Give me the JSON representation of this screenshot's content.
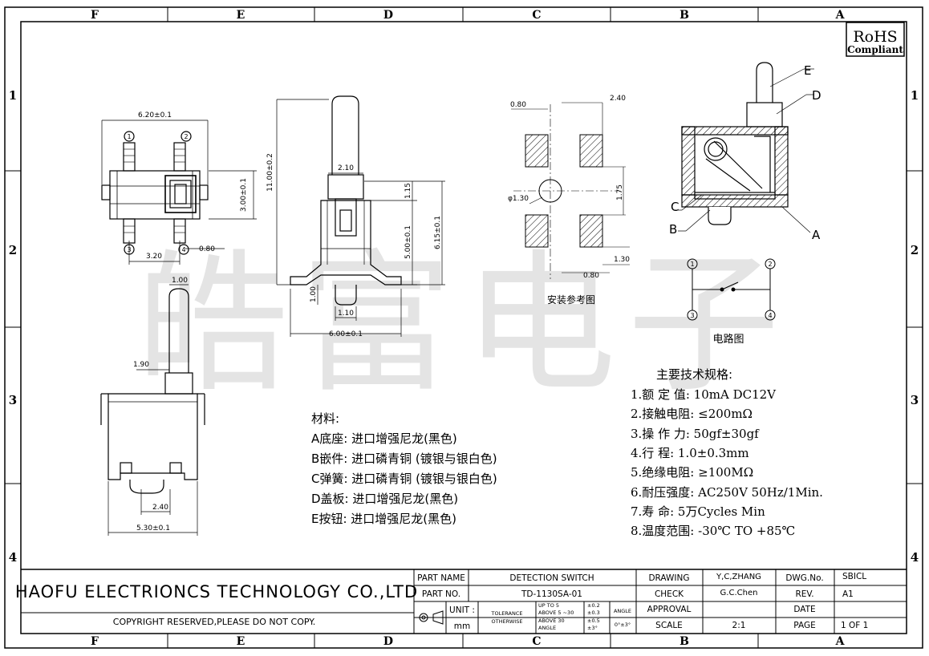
{
  "border_letters": [
    "F",
    "E",
    "D",
    "C",
    "B",
    "A"
  ],
  "border_numbers": [
    "1",
    "2",
    "3",
    "4"
  ],
  "rohs": {
    "line1": "RoHS",
    "line2": "Compliant"
  },
  "watermark": "皓富电子",
  "dims": {
    "top_width": "6.20±0.1",
    "top_height": "3.00±0.1",
    "pin_pitch": "3.20",
    "pin_off": "0.80",
    "pin1": "1",
    "pin2": "2",
    "pin3": "3",
    "pin4": "4",
    "side_height": "11.00±0.2",
    "side_stem": "2.10",
    "side_a": "1.15",
    "side_b": "5.00±0.1",
    "side_c": "6.15±0.1",
    "side_d": "1.00",
    "side_e": "1.10",
    "side_width": "6.00±0.1",
    "front_stem": "1.00",
    "front_off": "1.90",
    "front_pitch": "2.40",
    "front_width": "5.30±0.1",
    "pad_w": "0.80",
    "pad_pitch": "2.40",
    "pad_hole": "φ1.30",
    "pad_v": "1.75",
    "pad_h": "1.30",
    "pad_bottom": "0.80"
  },
  "labels": {
    "install_ref": "安装参考图",
    "circuit": "电路图",
    "part_E": "E",
    "part_D": "D",
    "part_C": "C",
    "part_B": "B",
    "part_A": "A"
  },
  "materials": {
    "title": "材料:",
    "items": [
      "A底座: 进口增强尼龙(黑色)",
      "B嵌件: 进口磷青铜 (镀银与银白色)",
      "C弹簧: 进口磷青铜 (镀银与银白色)",
      "D盖板: 进口增强尼龙(黑色)",
      "E按钮: 进口增强尼龙(黑色)"
    ]
  },
  "specs": {
    "title": "主要技术规格:",
    "items": [
      "1.额 定 值: 10mA DC12V",
      "2.接触电阻: ≤200mΩ",
      "3.操 作 力: 50gf±30gf",
      "4.行    程: 1.0±0.3mm",
      "5.绝缘电阻: ≥100MΩ",
      "6.耐压强度: AC250V 50Hz/1Min.",
      "7.寿    命: 5万Cycles Min",
      "8.温度范围: -30℃ TO +85℃"
    ]
  },
  "title_block": {
    "company": "HAOFU ELECTRIONCS TECHNOLOGY CO.,LTD",
    "copyright": "COPYRIGHT RESERVED,PLEASE DO NOT COPY.",
    "part_name_label": "PART NAME",
    "part_name": "DETECTION SWITCH",
    "part_no_label": "PART NO.",
    "part_no": "TD-1130SA-01",
    "unit_label": "UNIT :",
    "unit": "mm",
    "tolerance_label": "TOLERANCE",
    "otherwise_label": "OTHERWISE",
    "tol_r1": "UP TO 5",
    "tol_r2": "ABOVE 5 ~30",
    "tol_r3": "ABOVE 30",
    "tol_r4": "ANGLE",
    "tol_v1": "±0.2",
    "tol_v2": "±0.3",
    "tol_v3": "±0.5",
    "tol_v4": "±3°",
    "angle_label": "ANGLE",
    "angle_value": "0°±3°",
    "drawing_label": "DRAWING",
    "drawing": "Y,C,ZHANG",
    "check_label": "CHECK",
    "check": "G.C.Chen",
    "approval_label": "APPROVAL",
    "approval": "",
    "scale_label": "SCALE",
    "scale": "2:1",
    "dwg_label": "DWG.No.",
    "dwg": "SBICL",
    "rev_label": "REV.",
    "rev": "A1",
    "date_label": "DATE",
    "date": "",
    "page_label": "PAGE",
    "page": "1 OF 1"
  }
}
